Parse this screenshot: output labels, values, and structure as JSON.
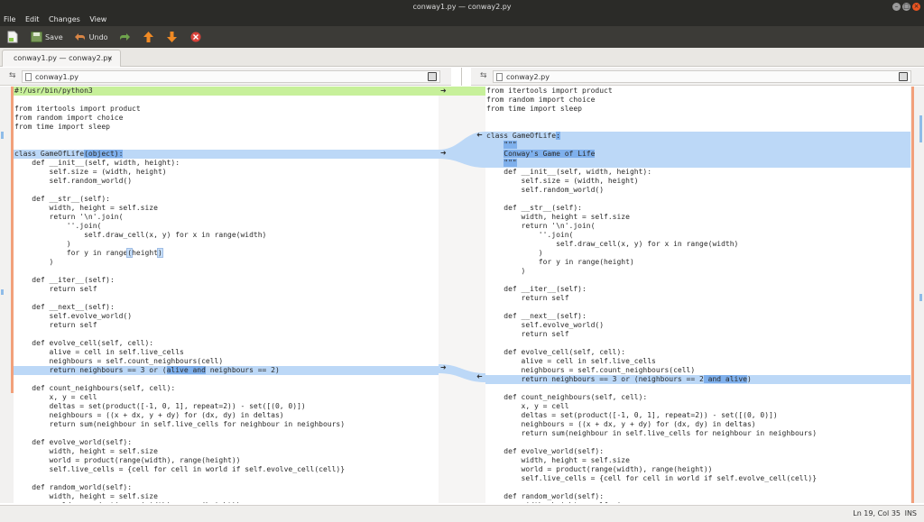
{
  "window": {
    "title": "conway1.py — conway2.py"
  },
  "menu": [
    "File",
    "Edit",
    "Changes",
    "View"
  ],
  "toolbar": {
    "save_label": "Save",
    "undo_label": "Undo"
  },
  "tab": {
    "label": "conway1.py — conway2.py",
    "close": "×"
  },
  "left_file": {
    "name": "conway1.py"
  },
  "right_file": {
    "name": "conway2.py"
  },
  "status": {
    "position": "Ln 19, Col 35",
    "mode": "INS"
  },
  "colors": {
    "inserted": "#c7f09a",
    "changed": "#bcd8f7",
    "highlight": "#7fb0ec",
    "accent": "#e95420"
  },
  "left_lines": [
    [
      "#!/usr/bin/python3"
    ],
    [
      ""
    ],
    [
      "from itertools import product"
    ],
    [
      "from random import choice"
    ],
    [
      "from time import sleep"
    ],
    [
      ""
    ],
    [
      ""
    ],
    [
      "class GameOfLife",
      "(object):",
      ""
    ],
    [
      "    def __init__(self, width, height):"
    ],
    [
      "        self.size = (width, height)"
    ],
    [
      "        self.random_world()"
    ],
    [
      ""
    ],
    [
      "    def __str__(self):"
    ],
    [
      "        width, height = self.size"
    ],
    [
      "        return '\\n'.join("
    ],
    [
      "            ''.join("
    ],
    [
      "                self.draw_cell(x, y) for x in range(width)"
    ],
    [
      "            )"
    ],
    [
      "            for y in range",
      "(",
      "height",
      ")",
      ""
    ],
    [
      "        )"
    ],
    [
      ""
    ],
    [
      "    def __iter__(self):"
    ],
    [
      "        return self"
    ],
    [
      ""
    ],
    [
      "    def __next__(self):"
    ],
    [
      "        self.evolve_world()"
    ],
    [
      "        return self"
    ],
    [
      ""
    ],
    [
      "    def evolve_cell(self, cell):"
    ],
    [
      "        alive = cell in self.live_cells"
    ],
    [
      "        neighbours = self.count_neighbours(cell)"
    ],
    [
      "        return neighbours == 3 or (",
      "alive and",
      " neighbours == 2)"
    ],
    [
      ""
    ],
    [
      "    def count_neighbours(self, cell):"
    ],
    [
      "        x, y = cell"
    ],
    [
      "        deltas = set(product([-1, 0, 1], repeat=2)) - set([(0, 0)])"
    ],
    [
      "        neighbours = ((x + dx, y + dy) for (dx, dy) in deltas)"
    ],
    [
      "        return sum(neighbour in self.live_cells for neighbour in neighbours)"
    ],
    [
      ""
    ],
    [
      "    def evolve_world(self):"
    ],
    [
      "        width, height = self.size"
    ],
    [
      "        world = product(range(width), range(height))"
    ],
    [
      "        self.live_cells = {cell for cell in world if self.evolve_cell(cell)}"
    ],
    [
      ""
    ],
    [
      "    def random_world(self):"
    ],
    [
      "        width, height = self.size"
    ],
    [
      "        world = product(range(width), range(height))"
    ]
  ],
  "right_lines": [
    [
      "from itertools import product"
    ],
    [
      "from random import choice"
    ],
    [
      "from time import sleep"
    ],
    [
      ""
    ],
    [
      ""
    ],
    [
      "class GameOfLife",
      ":",
      ""
    ],
    [
      "    \"\"\""
    ],
    [
      "    Conway's Game of Life"
    ],
    [
      "    \"\"\""
    ],
    [
      "    def __init__(self, width, height):"
    ],
    [
      "        self.size = (width, height)"
    ],
    [
      "        self.random_world()"
    ],
    [
      ""
    ],
    [
      "    def __str__(self):"
    ],
    [
      "        width, height = self.size"
    ],
    [
      "        return '\\n'.join("
    ],
    [
      "            ''.join("
    ],
    [
      "                self.draw_cell(x, y) for x in range(width)"
    ],
    [
      "            )"
    ],
    [
      "            for y in range(height)"
    ],
    [
      "        )"
    ],
    [
      ""
    ],
    [
      "    def __iter__(self):"
    ],
    [
      "        return self"
    ],
    [
      ""
    ],
    [
      "    def __next__(self):"
    ],
    [
      "        self.evolve_world()"
    ],
    [
      "        return self"
    ],
    [
      ""
    ],
    [
      "    def evolve_cell(self, cell):"
    ],
    [
      "        alive = cell in self.live_cells"
    ],
    [
      "        neighbours = self.count_neighbours(cell)"
    ],
    [
      "        return neighbours == 3 or (neighbours == 2",
      " and alive",
      ")"
    ],
    [
      ""
    ],
    [
      "    def count_neighbours(self, cell):"
    ],
    [
      "        x, y = cell"
    ],
    [
      "        deltas = set(product([-1, 0, 1], repeat=2)) - set([(0, 0)])"
    ],
    [
      "        neighbours = ((x + dx, y + dy) for (dx, dy) in deltas)"
    ],
    [
      "        return sum(neighbour in self.live_cells for neighbour in neighbours)"
    ],
    [
      ""
    ],
    [
      "    def evolve_world(self):"
    ],
    [
      "        width, height = self.size"
    ],
    [
      "        world = product(range(width), range(height))"
    ],
    [
      "        self.live_cells = {cell for cell in world if self.evolve_cell(cell)}"
    ],
    [
      ""
    ],
    [
      "    def random_world(self):"
    ],
    [
      "        width, height = self.size"
    ]
  ]
}
